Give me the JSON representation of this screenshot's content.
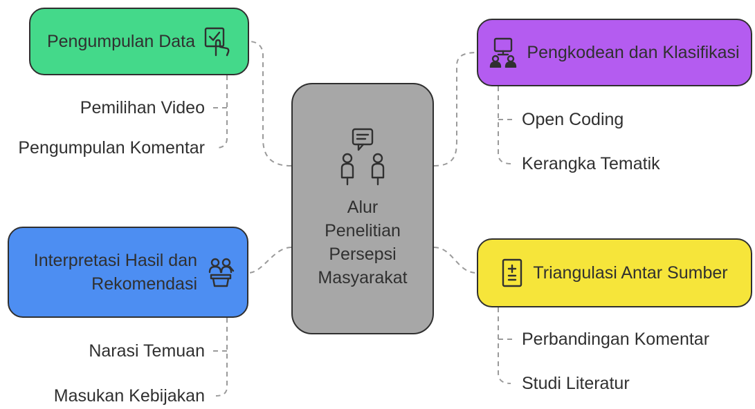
{
  "center": {
    "title_lines": [
      "Alur",
      "Penelitian",
      "Persepsi",
      "Masyarakat"
    ],
    "icon": "people-discussion-icon"
  },
  "nodes": {
    "data_collection": {
      "label": "Pengumpulan Data",
      "icon": "touch-checkbox-icon",
      "color": "#44d98a",
      "children": [
        "Pemilihan Video",
        "Pengumpulan Komentar"
      ]
    },
    "coding": {
      "label": "Pengkodean dan Klasifikasi",
      "icon": "computer-users-icon",
      "color": "#b45cf0",
      "children": [
        "Open Coding",
        "Kerangka Tematik"
      ]
    },
    "interpretation": {
      "label_lines": [
        "Interpretasi Hasil dan",
        "Rekomendasi"
      ],
      "icon": "people-podium-icon",
      "color": "#4d8ef2",
      "children": [
        "Narasi Temuan",
        "Masukan Kebijakan"
      ]
    },
    "triangulation": {
      "label": "Triangulasi Antar Sumber",
      "icon": "plus-minus-document-icon",
      "color": "#f6e53a",
      "children": [
        "Perbandingan Komentar",
        "Studi Literatur"
      ]
    }
  },
  "colors": {
    "center_fill": "#a7a7a7",
    "border": "#2f2f2f",
    "connector": "#9a9a9a",
    "text": "#303030"
  }
}
